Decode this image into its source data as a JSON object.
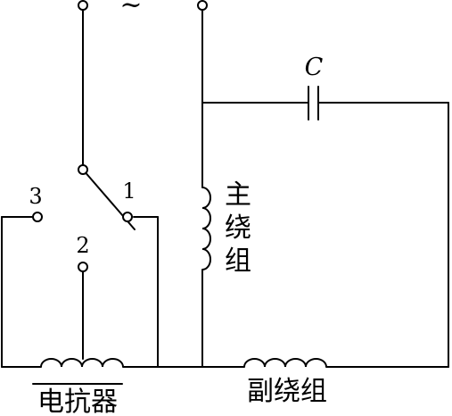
{
  "diagram": {
    "source_symbol": "~",
    "capacitor_label": "C",
    "switch_positions": {
      "pos1": "1",
      "pos2": "2",
      "pos3": "3"
    },
    "main_winding_label": [
      "主",
      "绕",
      "组"
    ],
    "aux_winding_label": "副绕组",
    "reactor_label": "电抗器"
  }
}
